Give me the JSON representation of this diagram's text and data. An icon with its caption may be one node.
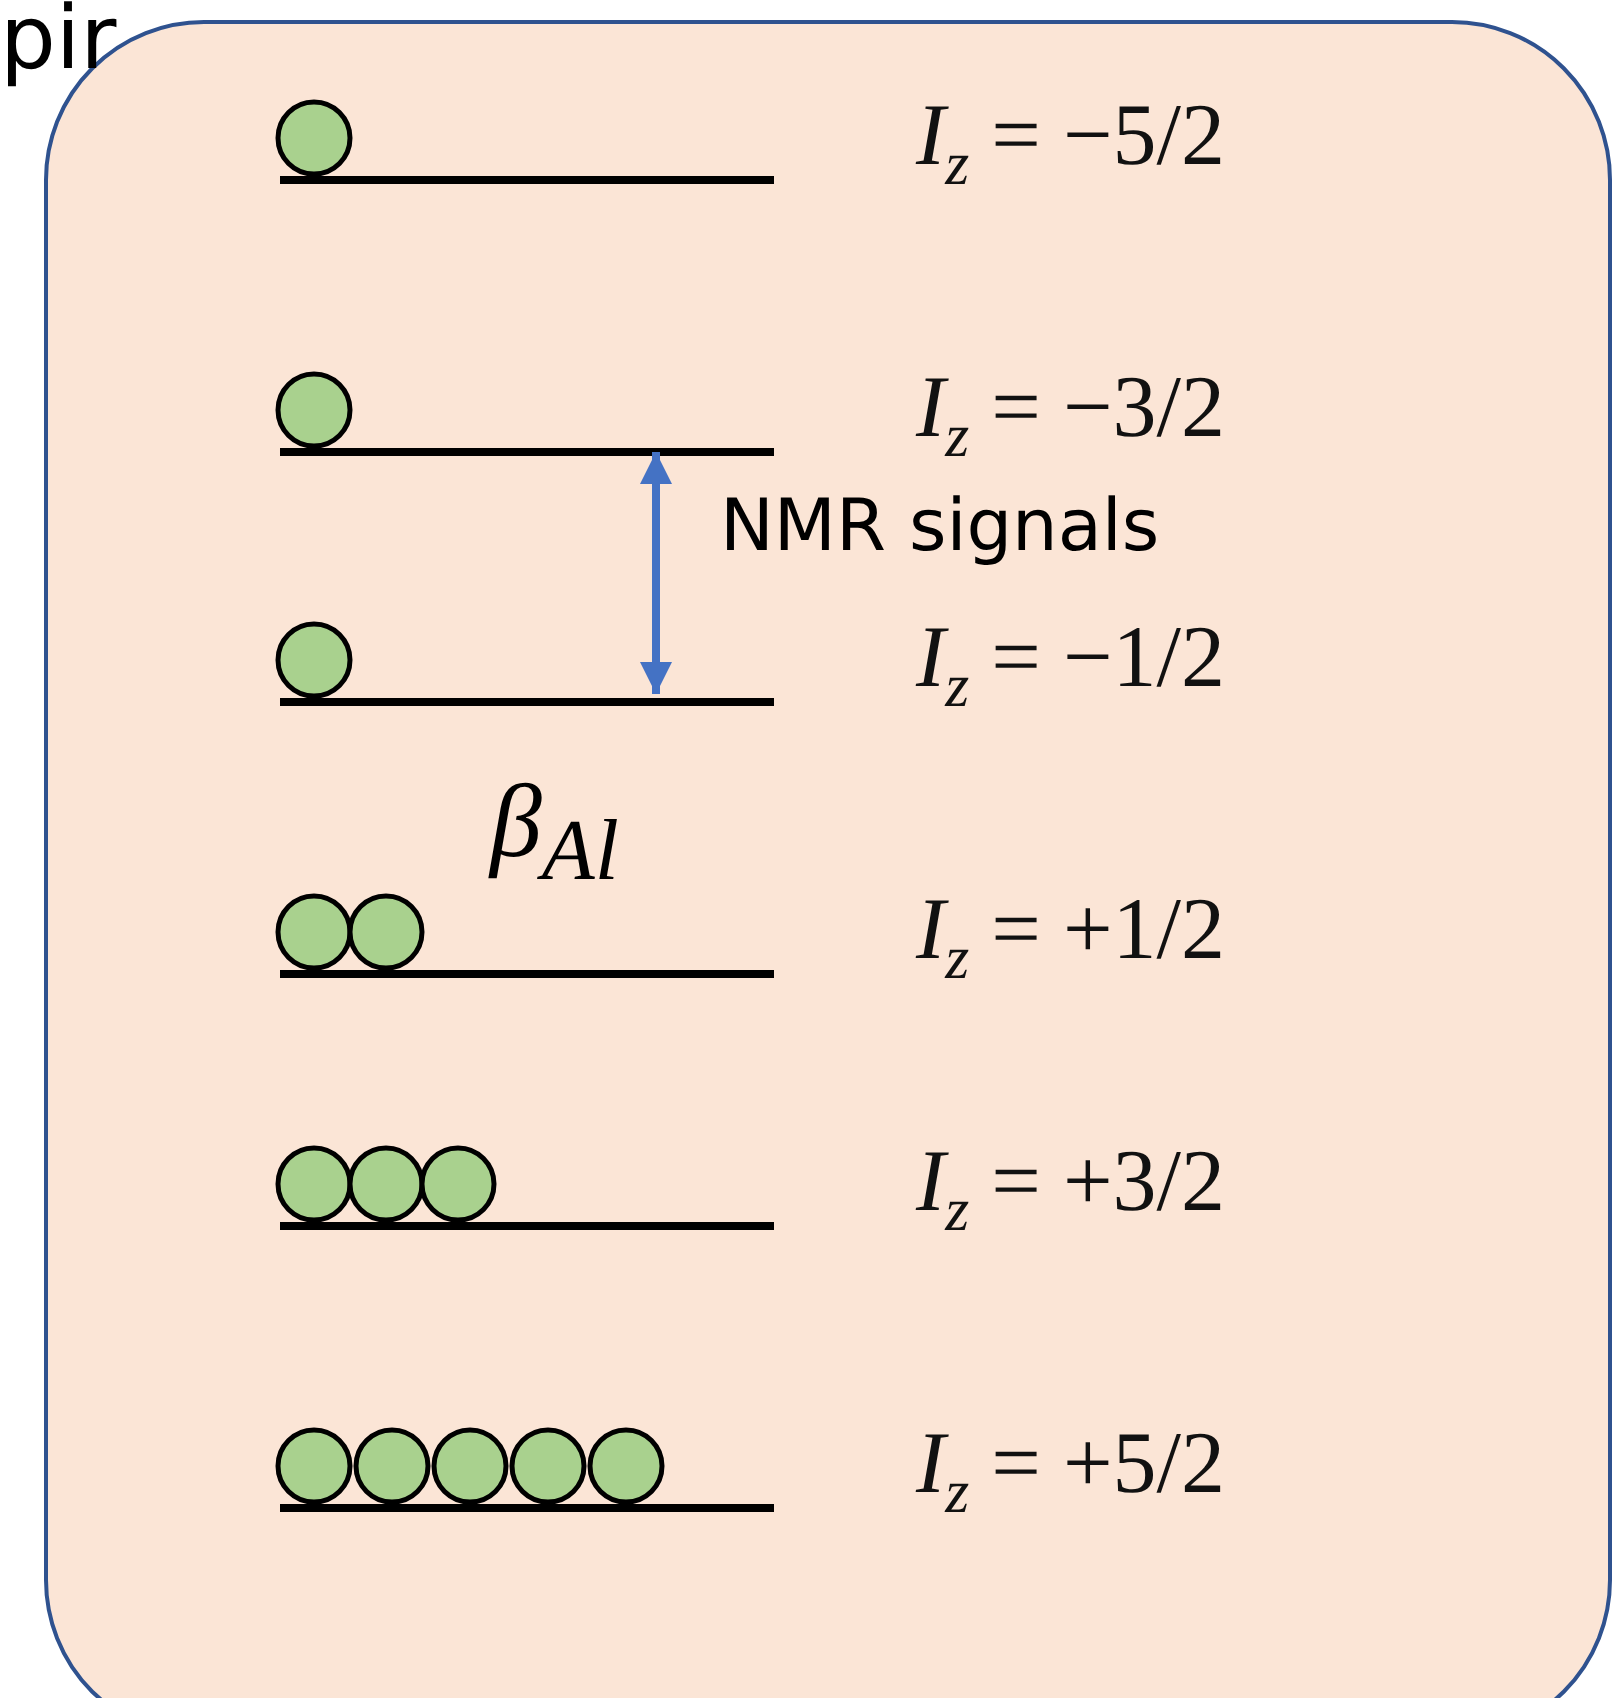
{
  "diagram": {
    "nodes": [
      {
        "text": [],
        "shape": "box"
      },
      {
        "text": [],
        "shape": "bar",
        "in": 0,
        "beside": [
          "*I*$_{z}$ = −5/2"
        ]
      },
      {
        "text": [],
        "shape": "bar",
        "in": 0,
        "beside": [
          "*I*$_{z}$ = −3/2"
        ]
      },
      {
        "text": [],
        "shape": "bar",
        "in": 0,
        "beside": [
          "*I*$_{z}$ = −1/2"
        ]
      },
      {
        "text": [],
        "shape": "bar",
        "in": 0,
        "beside": [
          "*I*$_{z}$ = +1/2"
        ]
      },
      {
        "text": [],
        "shape": "bar",
        "in": 0,
        "beside": [
          "*I*$_{z}$ = +3/2"
        ]
      },
      {
        "text": [],
        "shape": "bar",
        "in": 0,
        "beside": [
          "*I*$_{z}$ = +5/2"
        ]
      }
    ],
    "edges": [
      {
        "from": 2,
        "to": 3,
        "arrow": "both",
        "label": "NMR signals",
        "color": "#4472c4"
      }
    ],
    "labels": [
      "pir",
      "β$_{Al}$"
    ]
  }
}
